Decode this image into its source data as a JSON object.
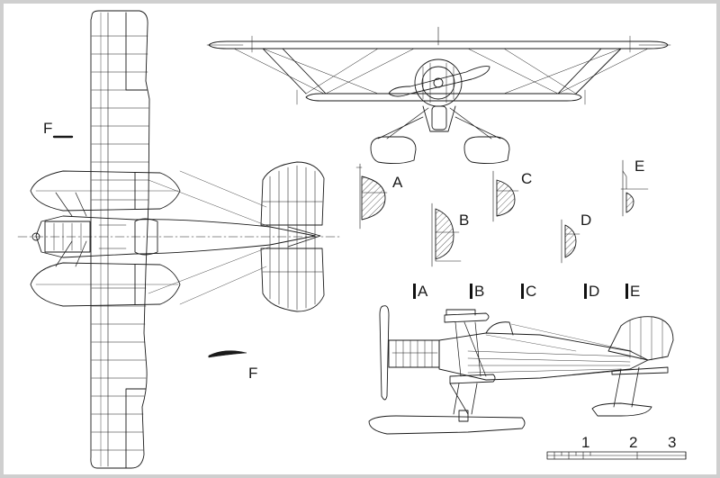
{
  "section_labels": {
    "a": "A",
    "b": "B",
    "c": "C",
    "d": "D",
    "e": "E",
    "f_side": "F",
    "f_bottom": "F"
  },
  "station_markers": {
    "a": "A",
    "b": "B",
    "c": "C",
    "d": "D",
    "e": "E"
  },
  "scale_bar": {
    "labels": [
      "1",
      "2",
      "3"
    ]
  },
  "colors": {
    "line": "#1a1a1a",
    "background": "#ffffff",
    "border": "#cfcfcf"
  }
}
